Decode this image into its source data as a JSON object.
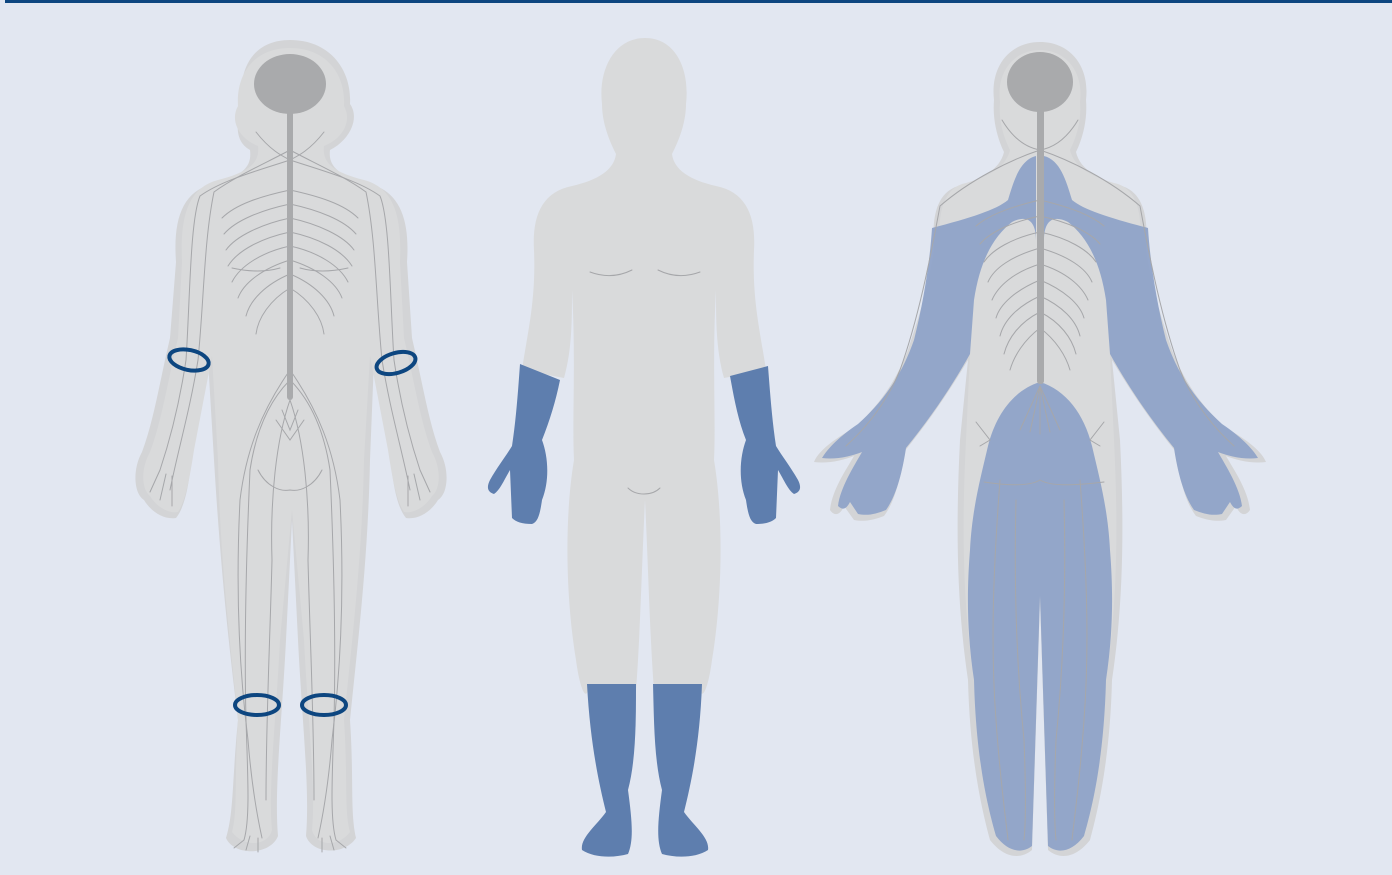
{
  "colors": {
    "background": "#e2e7f1",
    "frame": "#0d4680",
    "body_silhouette": "#d9dadb",
    "body_halo": "#d3d4d6",
    "nerve": "#a6a7aa",
    "nerve_light": "#bdbec1",
    "brain": "#a9aaac",
    "spinal_cord": "#a9aaac",
    "glove_stocking": "#5e7eae",
    "posterior_highlight": "#8fa3c8",
    "ring": "#0d4680"
  },
  "figures": [
    {
      "name": "nervous-system-front",
      "marker_icon": "ring-marker",
      "marker_count": 4,
      "marker_sites": [
        "left-wrist",
        "right-wrist",
        "left-ankle",
        "right-ankle"
      ]
    },
    {
      "name": "glove-and-stocking",
      "highlighted": [
        "left-hand-forearm",
        "right-hand-forearm",
        "left-lower-leg-foot",
        "right-lower-leg-foot"
      ]
    },
    {
      "name": "nervous-system-back",
      "highlighted": [
        "upper-back-and-arms",
        "buttocks-and-legs"
      ]
    }
  ]
}
